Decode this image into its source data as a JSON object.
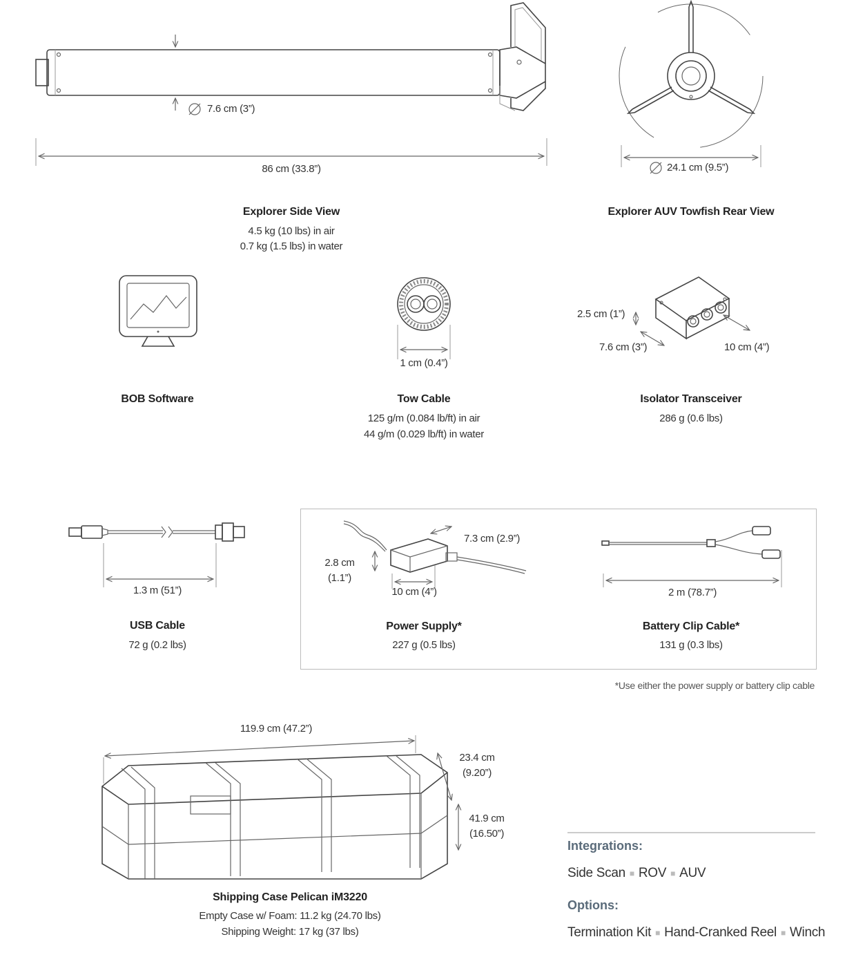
{
  "explorer_side": {
    "diameter_dim": "7.6 cm (3”)",
    "length_dim": "86 cm (33.8”)",
    "title": "Explorer Side View",
    "spec_air": "4.5 kg (10 lbs) in air",
    "spec_water": "0.7 kg (1.5 lbs) in water"
  },
  "explorer_rear": {
    "diameter_dim": "24.1 cm (9.5”)",
    "title": "Explorer AUV Towfish Rear View"
  },
  "bob_software": {
    "title": "BOB Software"
  },
  "tow_cable": {
    "dim": "1 cm (0.4”)",
    "title": "Tow Cable",
    "spec_air": "125 g/m (0.084 lb/ft) in air",
    "spec_water": "44 g/m (0.029 lb/ft) in water"
  },
  "isolator": {
    "dim_height": "2.5 cm (1”)",
    "dim_width": "7.6 cm (3”)",
    "dim_length": "10 cm (4”)",
    "title": "Isolator Transceiver",
    "spec": "286 g (0.6 lbs)"
  },
  "usb_cable": {
    "dim": "1.3 m (51”)",
    "title": "USB Cable",
    "spec": "72 g (0.2 lbs)"
  },
  "power_supply": {
    "dim_depth": "7.3 cm (2.9”)",
    "dim_height_1": "2.8 cm",
    "dim_height_2": "(1.1”)",
    "dim_length": "10 cm (4”)",
    "title": "Power Supply*",
    "spec": "227 g (0.5 lbs)"
  },
  "battery_clip": {
    "dim": "2 m (78.7”)",
    "title": "Battery Clip Cable*",
    "spec": "131 g (0.3 lbs)"
  },
  "footnote": "*Use either the power supply or battery clip cable",
  "shipping_case": {
    "dim_length": "119.9 cm (47.2”)",
    "dim_depth_1": "23.4 cm",
    "dim_depth_2": "(9.20”)",
    "dim_height_1": "41.9 cm",
    "dim_height_2": "(16.50”)",
    "title": "Shipping Case Pelican iM3220",
    "spec_empty": "Empty Case w/ Foam: 11.2 kg (24.70 lbs)",
    "spec_ship": "Shipping Weight: 17 kg (37 lbs)"
  },
  "integrations": {
    "heading": "Integrations:",
    "items": [
      "Side Scan",
      "ROV",
      "AUV"
    ]
  },
  "options": {
    "heading": "Options:",
    "items": [
      "Termination Kit",
      "Hand-Cranked Reel",
      "Winch"
    ]
  }
}
